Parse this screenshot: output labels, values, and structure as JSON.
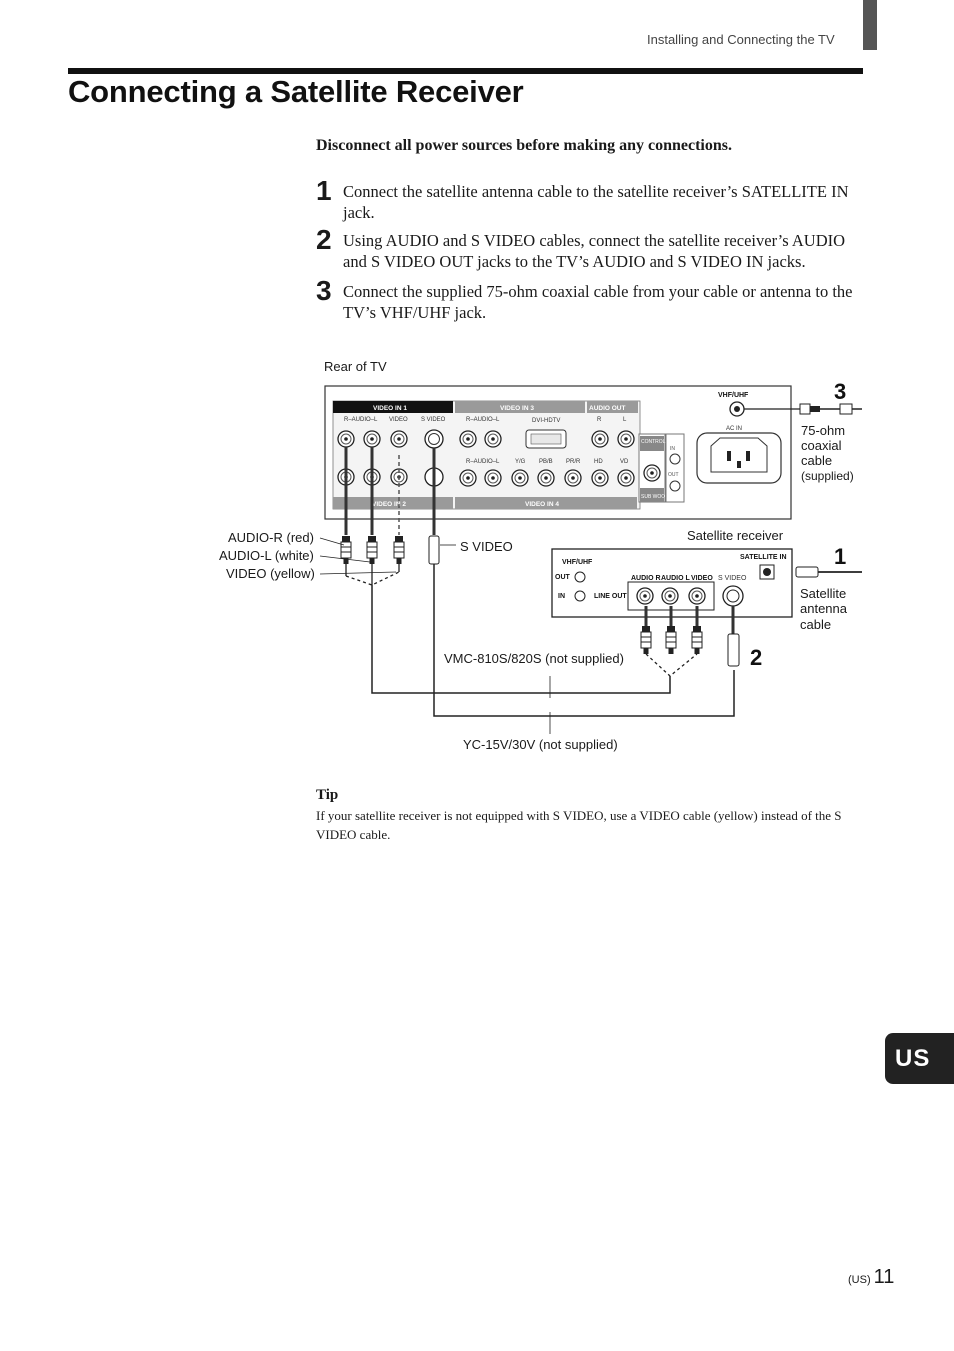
{
  "header": {
    "section": "Installing and Connecting the TV"
  },
  "title": "Connecting a Satellite Receiver",
  "warning": "Disconnect all power sources before making any connections.",
  "steps": [
    {
      "num": "1",
      "text": "Connect the satellite antenna cable to the satellite receiver’s SATELLITE IN jack."
    },
    {
      "num": "2",
      "text": "Using AUDIO and S VIDEO cables, connect the satellite receiver’s AUDIO and S VIDEO OUT jacks to the TV’s AUDIO and S VIDEO IN jacks."
    },
    {
      "num": "3",
      "text": "Connect the supplied 75-ohm coaxial cable from your cable or antenna to the TV’s VHF/UHF jack."
    }
  ],
  "diagram": {
    "rear_of_tv": "Rear of TV",
    "tv_panel": {
      "video_in_1": "VIDEO IN 1",
      "r_audio_l": "R–AUDIO–L",
      "video": "VIDEO",
      "s_video": "S VIDEO",
      "video_in_3": "VIDEO IN 3",
      "dvi_hdtv": "DVI-HDTV",
      "audio_out": "AUDIO OUT",
      "r": "R",
      "l": "L",
      "control_s": "CONTROL S",
      "in": "IN",
      "out": "OUT",
      "sub_woofer": "SUB WOOFER",
      "y_g": "Y/G",
      "pb_b": "PB/B",
      "pr_r": "PR/R",
      "hd": "HD",
      "vd": "VD",
      "video_in_2": "VIDEO IN 2",
      "video_in_4": "VIDEO IN 4",
      "vhf_uhf": "VHF/UHF",
      "ac_in": "AC IN"
    },
    "coax_label": [
      "75-ohm",
      "coaxial",
      "cable",
      "(supplied)"
    ],
    "callout_3": "3",
    "callout_1": "1",
    "callout_2": "2",
    "audio_r": "AUDIO-R (red)",
    "audio_l": "AUDIO-L (white)",
    "video_yellow": "VIDEO (yellow)",
    "s_video_label": "S VIDEO",
    "satellite_receiver": "Satellite receiver",
    "receiver_panel": {
      "vhf_uhf": "VHF/UHF",
      "out": "OUT",
      "in": "IN",
      "line_out": "LINE OUT",
      "audio_r": "AUDIO R",
      "audio_l": "AUDIO L",
      "video": "VIDEO",
      "s_video": "S VIDEO",
      "satellite_in": "SATELLITE IN"
    },
    "antenna_label": [
      "Satellite",
      "antenna",
      "cable"
    ],
    "vmc_label": "VMC-810S/820S (not supplied)",
    "yc_label": "YC-15V/30V (not supplied)"
  },
  "tip": {
    "heading": "Tip",
    "text": "If your satellite receiver is not equipped with S VIDEO, use a VIDEO cable (yellow) instead of the S VIDEO cable."
  },
  "language_tab": "US",
  "footer": {
    "region": "(US)",
    "page": "11"
  }
}
